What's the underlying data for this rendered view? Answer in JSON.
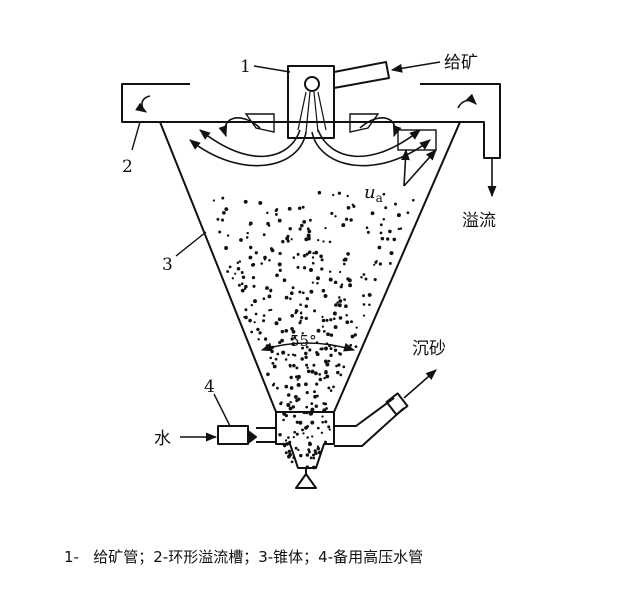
{
  "labels": {
    "feed_pipe_num": "1",
    "overflow_trough_num": "2",
    "cone_num": "3",
    "hp_pipe_num": "4",
    "feed": "给矿",
    "overflow": "溢流",
    "sand": "沉砂",
    "water": "水",
    "velocity_sym": "u",
    "velocity_sub": "a",
    "cone_angle": "55°"
  },
  "caption": "1-   给矿管；2-环形溢流槽；3-锥体；4-备用高压水管",
  "colors": {
    "ink": "#111111",
    "background": "#ffffff"
  }
}
